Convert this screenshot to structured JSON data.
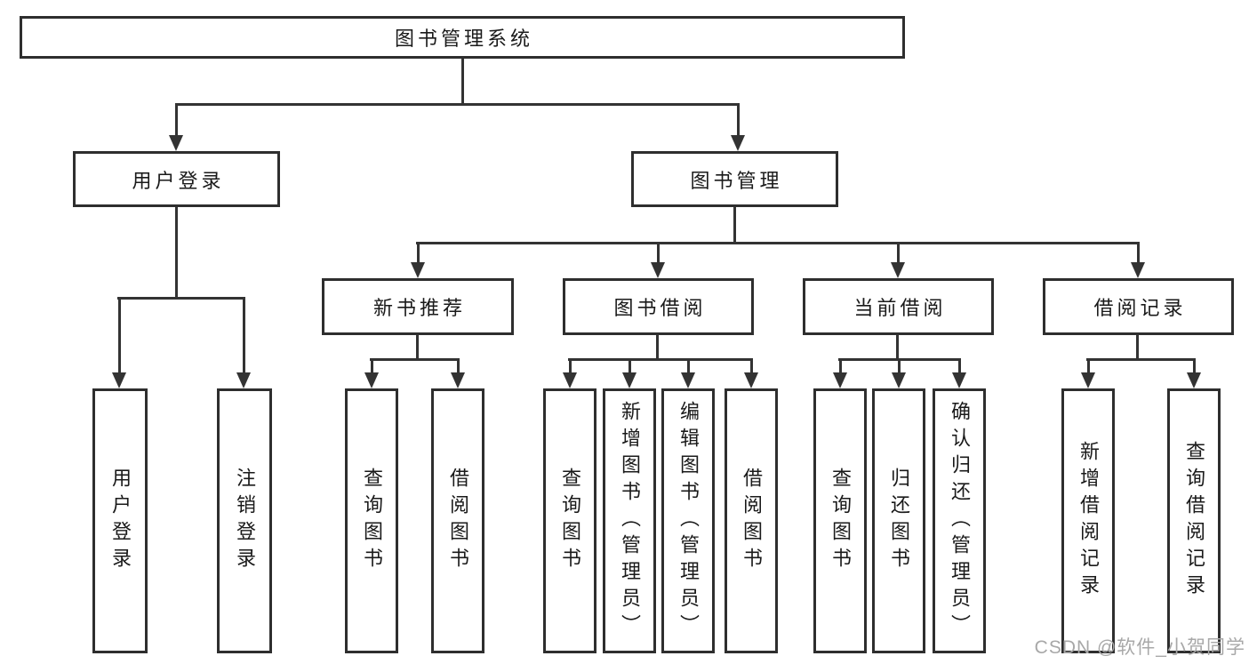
{
  "tree": {
    "root": {
      "label": "图书管理系统"
    },
    "level2": [
      {
        "label": "用户登录"
      },
      {
        "label": "图书管理"
      }
    ],
    "level3": [
      {
        "label": "新书推荐"
      },
      {
        "label": "图书借阅"
      },
      {
        "label": "当前借阅"
      },
      {
        "label": "借阅记录"
      }
    ],
    "leaves": {
      "user_login": [
        {
          "label": "用户登录"
        },
        {
          "label": "注销登录"
        }
      ],
      "new_book": [
        {
          "label": "查询图书"
        },
        {
          "label": "借阅图书"
        }
      ],
      "book_borrow": [
        {
          "label": "查询图书"
        },
        {
          "label": "新增图书（管理员）"
        },
        {
          "label": "编辑图书（管理员）"
        },
        {
          "label": "借阅图书"
        }
      ],
      "current_borrow": [
        {
          "label": "查询图书"
        },
        {
          "label": "归还图书"
        },
        {
          "label": "确认归还（管理员）"
        }
      ],
      "borrow_record": [
        {
          "label": "新增借阅记录"
        },
        {
          "label": "查询借阅记录"
        }
      ]
    }
  },
  "watermark": {
    "text": "CSDN @软件_小贺同学"
  },
  "colors": {
    "line": "#333333",
    "border": "#2e2e2e",
    "text": "#1a1a1a",
    "background": "#ffffff",
    "watermark": "#a8a8a8"
  }
}
